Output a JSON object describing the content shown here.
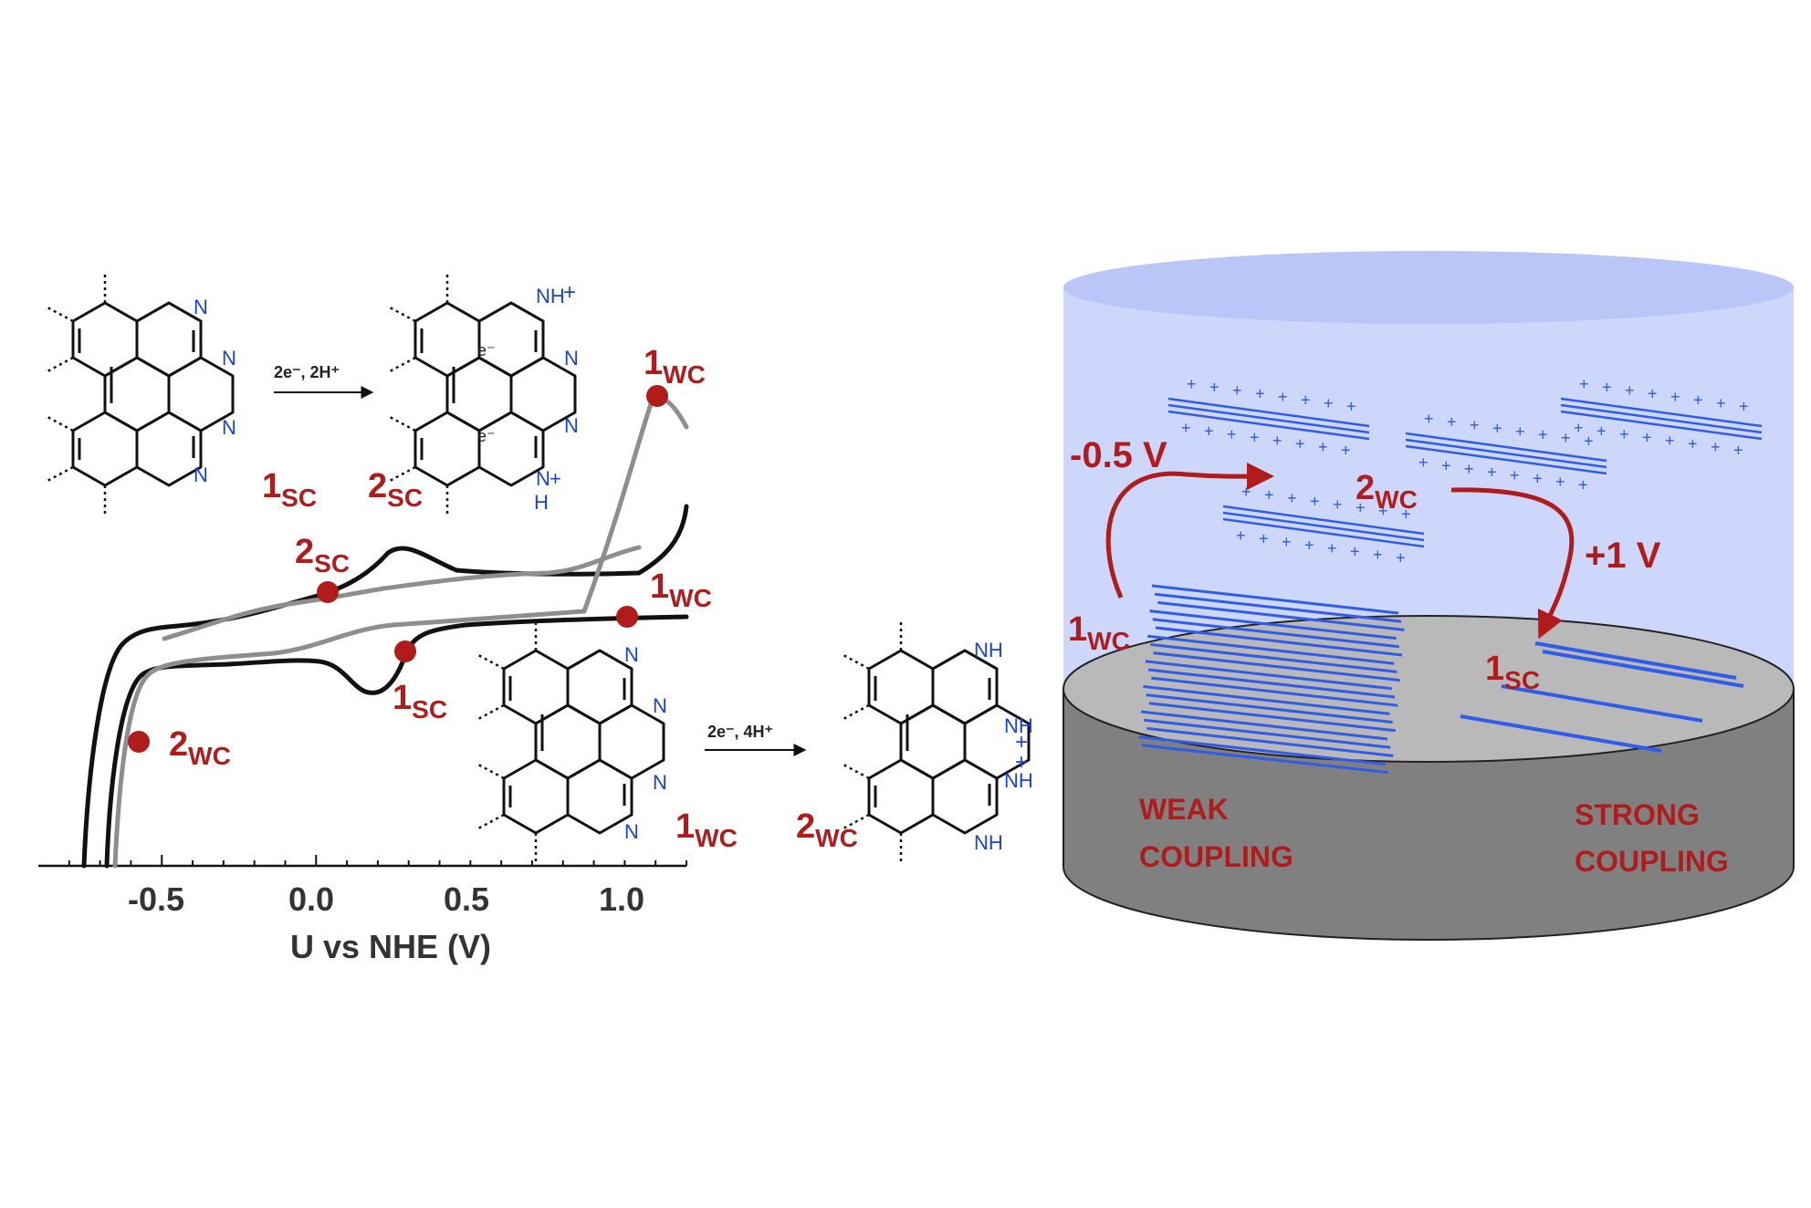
{
  "chart_data": {
    "type": "line",
    "xlabel": "U vs NHE (V)",
    "ylabel": "",
    "xlim": [
      -0.9,
      1.2
    ],
    "x_ticks": [
      "-0.5",
      "0.0",
      "0.5",
      "1.0"
    ],
    "x_tick_values": [
      -0.5,
      0.0,
      0.5,
      1.0
    ],
    "series": [
      {
        "color": "#111111",
        "note_id": "cv-black"
      },
      {
        "color": "#8e8e8e",
        "note_id": "cv-gray"
      }
    ]
  },
  "points": {
    "p_2sc": {
      "main": "2",
      "sub": "SC",
      "potential": 0.05
    },
    "p_1sc": {
      "main": "1",
      "sub": "SC",
      "potential": 0.3
    },
    "p_1wc_low": {
      "main": "1",
      "sub": "WC",
      "potential": 1.0
    },
    "p_1wc_top": {
      "main": "1",
      "sub": "WC",
      "potential": 1.1
    },
    "p_2wc": {
      "main": "2",
      "sub": "WC",
      "potential": -0.55
    }
  },
  "molecules": {
    "m1sc": {
      "main": "1",
      "sub": "SC"
    },
    "m2sc": {
      "main": "2",
      "sub": "SC"
    },
    "m1wc": {
      "main": "1",
      "sub": "WC"
    },
    "m2wc": {
      "main": "2",
      "sub": "WC"
    }
  },
  "reactions": {
    "top": {
      "text": "2e⁻, 2H⁺"
    },
    "bottom": {
      "text": "2e⁻, 4H⁺"
    }
  },
  "atoms": {
    "N": "N",
    "NH": "NH",
    "H": "H",
    "plus": "+",
    "electron": "e⁻"
  },
  "cell": {
    "arrow_left": "-0.5 V",
    "arrow_right": "+1 V",
    "label_2wc": {
      "main": "2",
      "sub": "WC"
    },
    "label_1wc": {
      "main": "1",
      "sub": "WC"
    },
    "label_1sc": {
      "main": "1",
      "sub": "SC"
    },
    "weak_line1": "WEAK",
    "weak_line2": "COUPLING",
    "strong_line1": "STRONG",
    "strong_line2": "COUPLING"
  },
  "colors": {
    "accent_red": "#b01c1c",
    "line_blue": "#2f5ce8",
    "electrolyte": "#cdd6fb",
    "electrode_top": "#b9b9b9",
    "electrode_side": "#808080"
  }
}
